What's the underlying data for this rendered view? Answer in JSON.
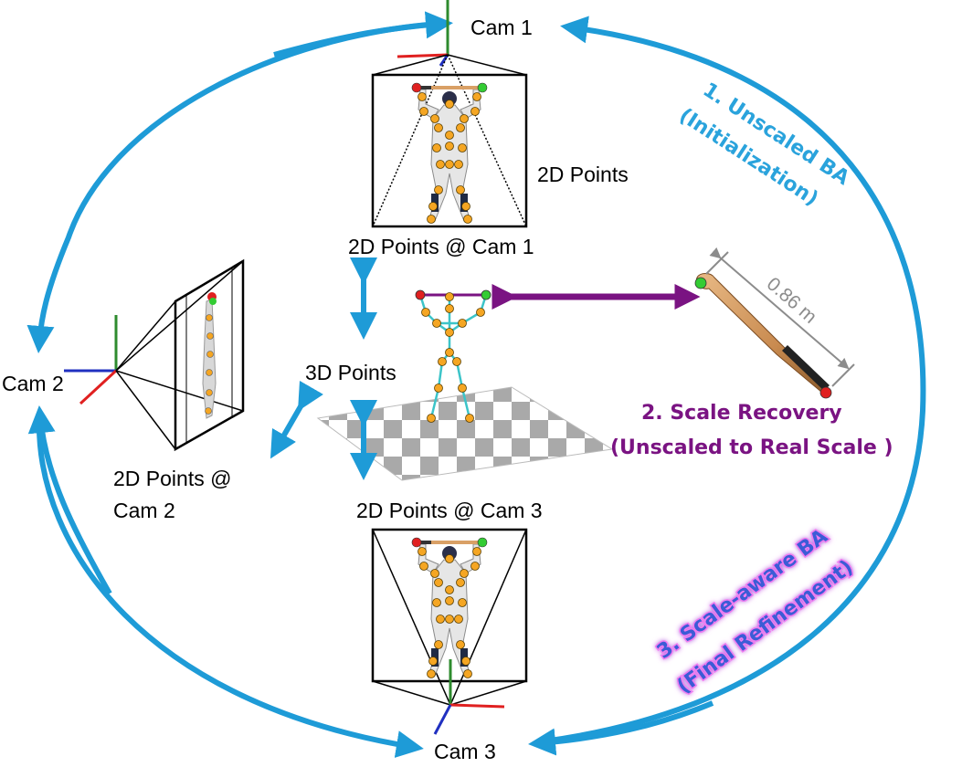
{
  "labels": {
    "cam1": "Cam 1",
    "cam2": "Cam 2",
    "cam3": "Cam 3",
    "points_2d": "2D Points",
    "points_cam1": "2D Points @ Cam 1",
    "points_cam2_line1": "2D Points @",
    "points_cam2_line2": "Cam 2",
    "points_cam3": "2D Points @ Cam 3",
    "points_3d": "3D Points",
    "bat_length": "0.86 m"
  },
  "steps": {
    "step1_line1": "1. Unscaled BA",
    "step1_line2": "(Initialization)",
    "step2_line1": "2. Scale Recovery",
    "step2_line2": "(Unscaled to Real Scale )",
    "step3_line1": "3. Scale-aware BA",
    "step3_line2": "(Final Refinement)"
  },
  "colors": {
    "cycle_arrow": "#1e9bd7",
    "step1": "#2aa3dc",
    "step2": "#7a1382",
    "step3": "#3b5bd6",
    "step3_glow": "#f07cf0",
    "skeleton": "#3cc4c8",
    "joint": "#f5a623",
    "bat_top": "#33cc33",
    "bat_bottom": "#e02020",
    "bat_wood": "#d9a066"
  }
}
